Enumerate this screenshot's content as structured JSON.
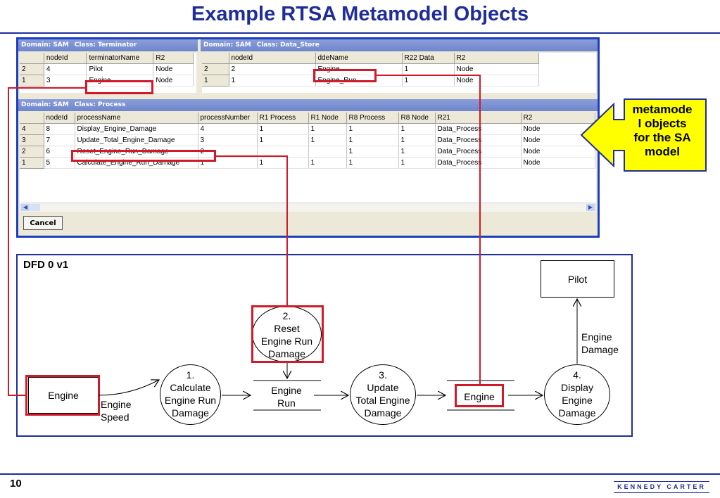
{
  "slide": {
    "title": "Example RTSA Metamodel Objects",
    "page_number": "10",
    "logo_text": "KENNEDY CARTER"
  },
  "terminator_panel": {
    "domain": "Domain: SAM",
    "class": "Class: Terminator",
    "columns": [
      "nodeId",
      "terminatorName",
      "R2"
    ],
    "rows": [
      {
        "rh": "2",
        "cells": [
          "4",
          "Pilot",
          "Node"
        ]
      },
      {
        "rh": "1",
        "cells": [
          "3",
          "Engine",
          "Node"
        ]
      }
    ]
  },
  "data_store_panel": {
    "domain": "Domain: SAM",
    "class": "Class: Data_Store",
    "columns": [
      "nodeId",
      "ddeName",
      "R22 Data",
      "R2"
    ],
    "rows": [
      {
        "rh": "2",
        "cells": [
          "2",
          "Engine",
          "1",
          "Node"
        ]
      },
      {
        "rh": "1",
        "cells": [
          "1",
          "Engine_Run",
          "1",
          "Node"
        ]
      }
    ]
  },
  "process_panel": {
    "domain": "Domain: SAM",
    "class": "Class: Process",
    "columns": [
      "nodeId",
      "processName",
      "processNumber",
      "R1 Process",
      "R1 Node",
      "R8 Process",
      "R8 Node",
      "R21",
      "R2"
    ],
    "rows": [
      {
        "rh": "4",
        "cells": [
          "8",
          "Display_Engine_Damage",
          "4",
          "1",
          "1",
          "1",
          "1",
          "Data_Process",
          "Node"
        ]
      },
      {
        "rh": "3",
        "cells": [
          "7",
          "Update_Total_Engine_Damage",
          "3",
          "1",
          "1",
          "1",
          "1",
          "Data_Process",
          "Node"
        ]
      },
      {
        "rh": "2",
        "cells": [
          "6",
          "Reset_Engine_Run_Damage",
          "2",
          "",
          "",
          "1",
          "1",
          "Data_Process",
          "Node"
        ]
      },
      {
        "rh": "1",
        "cells": [
          "5",
          "Calculate_Engine_Run_Damage",
          "1",
          "1",
          "1",
          "1",
          "1",
          "Data_Process",
          "Node"
        ]
      }
    ]
  },
  "buttons": {
    "cancel": "Cancel"
  },
  "callout": {
    "lines": [
      "metamode",
      "l objects",
      "for the SA",
      "model"
    ],
    "fill": "#ffff00"
  },
  "dfd": {
    "title": "DFD 0 v1",
    "pilot": "Pilot",
    "engine_terminator": "Engine",
    "engine_speed": [
      "Engine",
      "Speed"
    ],
    "process1": [
      "1.",
      "Calculate",
      "Engine Run",
      "Damage"
    ],
    "process2": [
      "2.",
      "Reset",
      "Engine Run",
      "Damage"
    ],
    "process3": [
      "3.",
      "Update",
      "Total Engine",
      "Damage"
    ],
    "process4": [
      "4.",
      "Display",
      "Engine",
      "Damage"
    ],
    "store_engine_run": [
      "Engine",
      "Run"
    ],
    "store_engine": "Engine",
    "engine_damage": [
      "Engine",
      "Damage"
    ]
  },
  "colors": {
    "title_blue": "#1f2d9a",
    "highlight_red": "#d01a2a",
    "window_blue": "#1d3fbf"
  }
}
